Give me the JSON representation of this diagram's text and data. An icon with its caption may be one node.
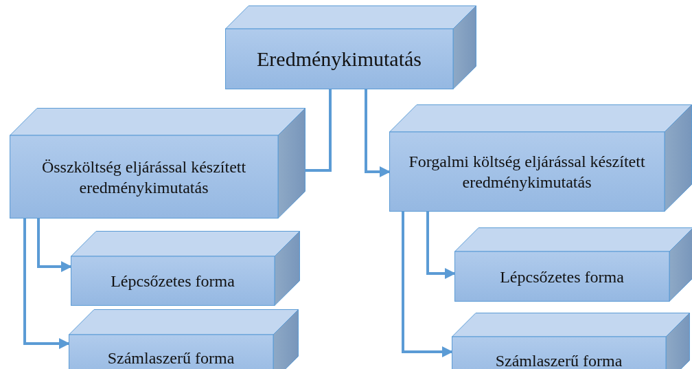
{
  "diagram": {
    "nodes": [
      {
        "text": [
          "Eredménykimutatás"
        ]
      },
      {
        "text": [
          "Összköltség eljárással készített eredménykimutatás"
        ]
      },
      {
        "text": [
          "Forgalmi költség eljárással készített eredménykimutatás"
        ]
      },
      {
        "text": [
          "Lépcsőzetes forma"
        ]
      },
      {
        "text": [
          "Számlaszerű forma"
        ]
      },
      {
        "text": [
          "Lépcsőzetes forma"
        ]
      },
      {
        "text": [
          "Számlaszerű forma"
        ]
      }
    ],
    "edges": [
      {
        "from": 0,
        "to": 1,
        "arrow": "to"
      },
      {
        "from": 0,
        "to": 2,
        "arrow": "to"
      },
      {
        "from": 1,
        "to": 3,
        "arrow": "to"
      },
      {
        "from": 1,
        "to": 4,
        "arrow": "to"
      },
      {
        "from": 2,
        "to": 5,
        "arrow": "to"
      },
      {
        "from": 2,
        "to": 6,
        "arrow": "to"
      }
    ]
  }
}
